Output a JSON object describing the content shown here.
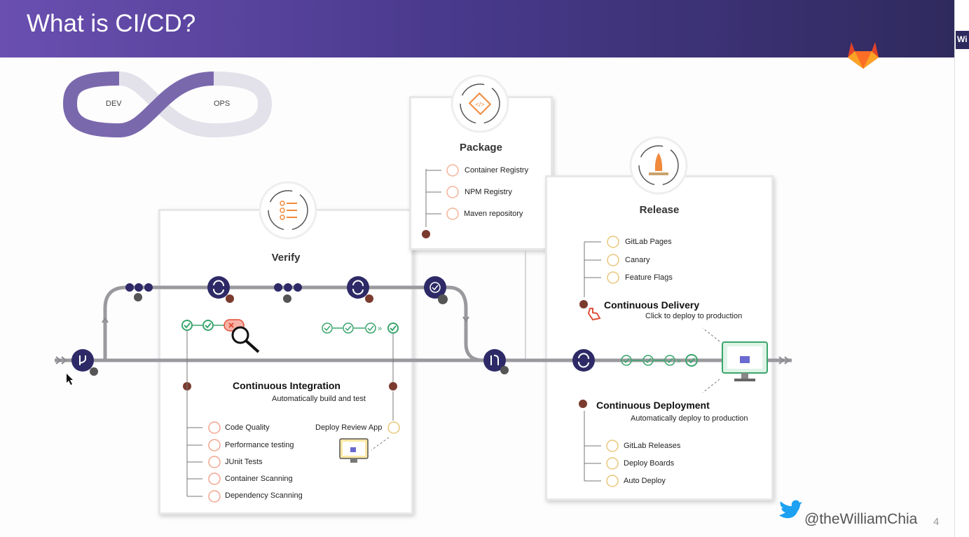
{
  "slide": {
    "title": "What is CI/CD?",
    "page_number": "4",
    "twitter_handle": "@theWilliamChia",
    "side_tab_text": "Wi"
  },
  "devops_loop": {
    "left_label": "DEV",
    "right_label": "OPS"
  },
  "package": {
    "title": "Package",
    "items": [
      "Container Registry",
      "NPM Registry",
      "Maven repository"
    ]
  },
  "verify": {
    "title": "Verify",
    "ci_heading": "Continuous Integration",
    "ci_sub": "Automatically build and test",
    "items": [
      "Code Quality",
      "Performance testing",
      "JUnit Tests",
      "Container Scanning",
      "Dependency Scanning"
    ],
    "review_app_label": "Deploy Review App"
  },
  "release": {
    "title": "Release",
    "top_items": [
      "GitLab Pages",
      "Canary",
      "Feature Flags"
    ],
    "cd_heading": "Continuous Delivery",
    "cd_sub": "Click to deploy to production",
    "deploy_heading": "Continuous Deployment",
    "deploy_sub": "Automatically deploy to production",
    "bottom_items": [
      "GitLab Releases",
      "Deploy Boards",
      "Auto Deploy"
    ]
  },
  "colors": {
    "header_start": "#6a4fb0",
    "header_end": "#2f2a5e",
    "node": "#2e2a67",
    "check": "#3aa56d",
    "error": "#e0503a",
    "accent": "#f08a3c",
    "twitter": "#1da1f2",
    "track": "#9a9a9e",
    "monitor": "#3aa56d"
  }
}
